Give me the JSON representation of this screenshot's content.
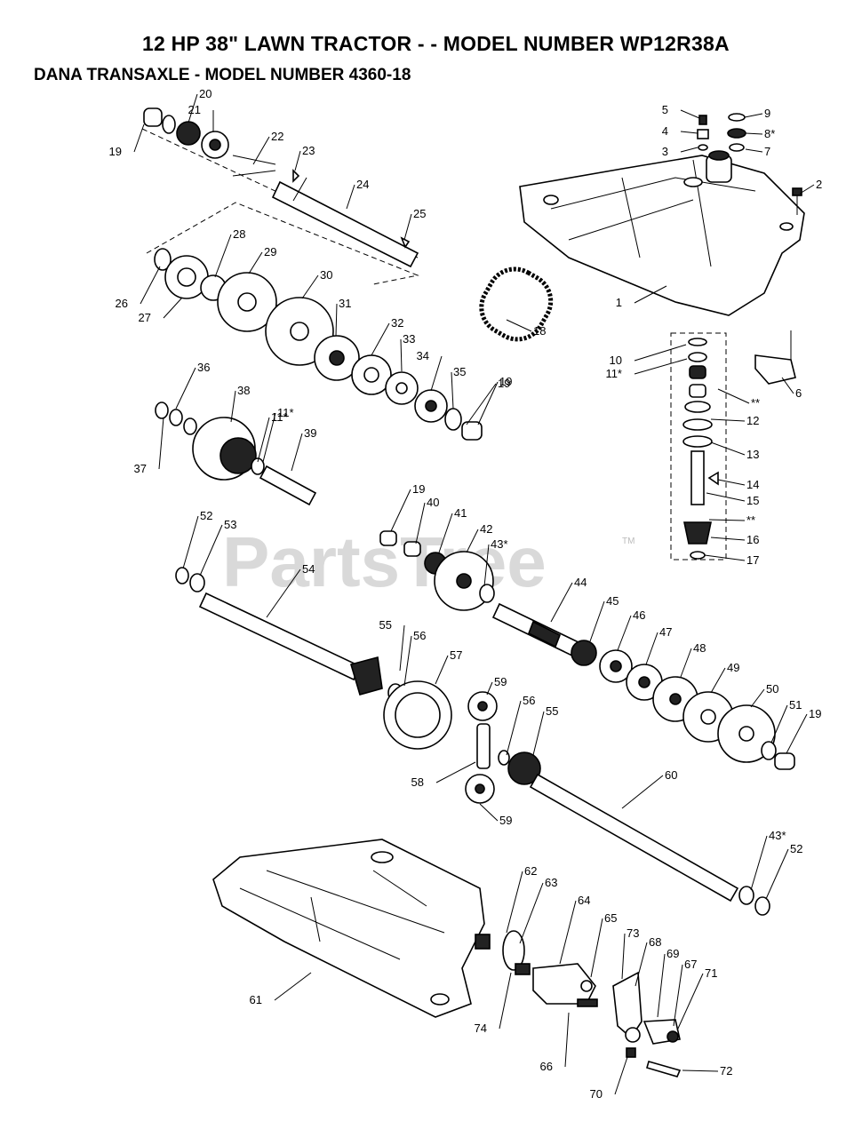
{
  "header": {
    "title": "12 HP 38\" LAWN TRACTOR - - MODEL NUMBER WP12R38A",
    "subtitle": "DANA TRANSAXLE - MODEL NUMBER 4360-18"
  },
  "watermark": {
    "text": "PartsTree",
    "tm": "TM"
  },
  "callouts": [
    "1",
    "2",
    "3",
    "4",
    "5",
    "6",
    "7",
    "8*",
    "9",
    "10",
    "11*",
    "12",
    "13",
    "14",
    "15",
    "**",
    "16",
    "17",
    "18",
    "19",
    "20",
    "21",
    "22",
    "23",
    "24",
    "25",
    "26",
    "27",
    "28",
    "29",
    "30",
    "31",
    "32",
    "33",
    "34",
    "35",
    "19",
    "36",
    "37",
    "38",
    "11*",
    "39",
    "19",
    "40",
    "41",
    "42",
    "43*",
    "44",
    "45",
    "46",
    "47",
    "48",
    "49",
    "50",
    "51",
    "19",
    "52",
    "53",
    "54",
    "55",
    "56",
    "57",
    "59",
    "56",
    "55",
    "58",
    "59",
    "60",
    "43*",
    "52",
    "61",
    "62",
    "63",
    "64",
    "65",
    "73",
    "68",
    "69",
    "67",
    "71",
    "74",
    "66",
    "70",
    "72",
    "11*",
    "19",
    "**"
  ]
}
